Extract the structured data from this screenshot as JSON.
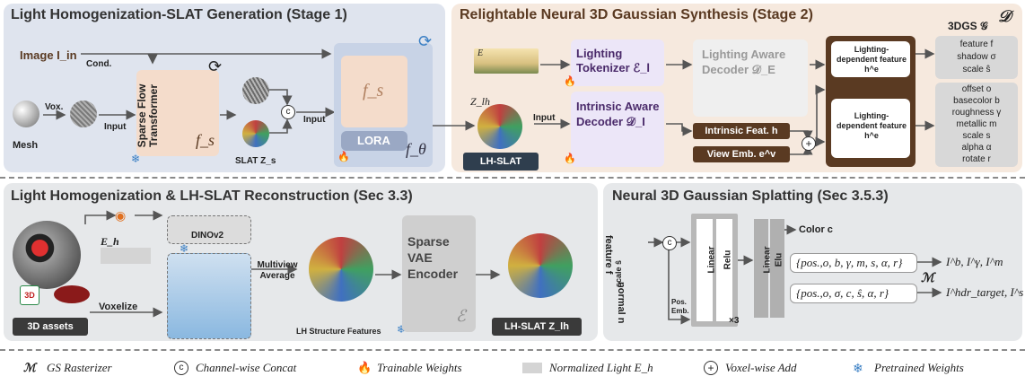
{
  "stage1": {
    "title": "Light Homogenization-SLAT Generation (Stage 1)",
    "image_in": "Image I_in",
    "cond": "Cond.",
    "mesh": "Mesh",
    "vox": "Vox.",
    "input1": "Input",
    "sparse_flow": "Sparse Flow Transformer",
    "fs": "f_s",
    "slat": "SLAT Z_s",
    "input2": "Input",
    "fs_lora": "f_s",
    "lora": "LORA",
    "ftheta": "f_θ"
  },
  "stage2": {
    "title": "Relightable Neural 3D Gaussian Synthesis (Stage 2)",
    "d_symbol": "𝒟",
    "env_label": "E",
    "lighting_tokenizer": "Lighting Tokenizer ℰ_l",
    "intrinsic_decoder": "Intrinsic Aware Decoder 𝒟_I",
    "lighting_decoder": "Lighting Aware Decoder 𝒟_E",
    "zlh": "Z_lh",
    "input": "Input",
    "lh_slat": "LH-SLAT",
    "intrinsic_feat": "Intrinsic Feat. h",
    "view_emb": "View Emb. e^v",
    "ldf_top": "Lighting-dependent feature h^e",
    "ldf_bottom": "Lighting-dependent feature h^e",
    "gs_title": "3DGS 𝒢",
    "gs_top": [
      "feature f",
      "shadow σ",
      "scale ŝ"
    ],
    "gs_bottom": [
      "offset o",
      "basecolor b",
      "roughness γ",
      "metallic m",
      "scale s",
      "alpha α",
      "rotate r"
    ]
  },
  "recon": {
    "title": "Light Homogenization & LH-SLAT Reconstruction (Sec 3.3)",
    "eh": "E_h",
    "dinov2": "DINOv2",
    "assets": "3D assets",
    "voxelize": "Voxelize",
    "multiview": "Multiview Average",
    "lh_structure": "LH Structure Features",
    "sparse_vae": "Sparse VAE Encoder",
    "e_symbol": "ℰ",
    "lh_slat": "LH-SLAT Z_lh"
  },
  "n3dgs": {
    "title": "Neural 3D Gaussian Splatting (Sec 3.5.3)",
    "feature": "feature f",
    "normal": "normal n",
    "scale": "scale ŝ",
    "pos_emb": "Pos. Emb.",
    "linear1": "Linear",
    "relu": "Relu",
    "linear2": "Linear",
    "elu": "Elu",
    "color": "Color c",
    "times3": "×3",
    "set1": "{pos.,o, b, γ, m, s, α, r}",
    "set2": "{pos.,o, σ, c, ŝ, α, r}",
    "m_symbol": "ℳ",
    "out1": "I^b, I^γ, I^m",
    "out2": "I^hdr_target, I^s"
  },
  "legend": {
    "gs_rasterizer": "GS Rasterizer",
    "concat": "Channel-wise Concat",
    "trainable": "Trainable Weights",
    "normalized": "Normalized Light E_h",
    "voxel_add": "Voxel-wise Add",
    "pretrained": "Pretrained Weights"
  },
  "colors": {
    "panel_blue": "#dfe4ee",
    "panel_peach": "#f6e9de",
    "panel_grey": "#e6e8ea",
    "token_lilac": "#ece6f8",
    "brown": "#5a3a22",
    "flow_peach": "#f4dccb"
  }
}
